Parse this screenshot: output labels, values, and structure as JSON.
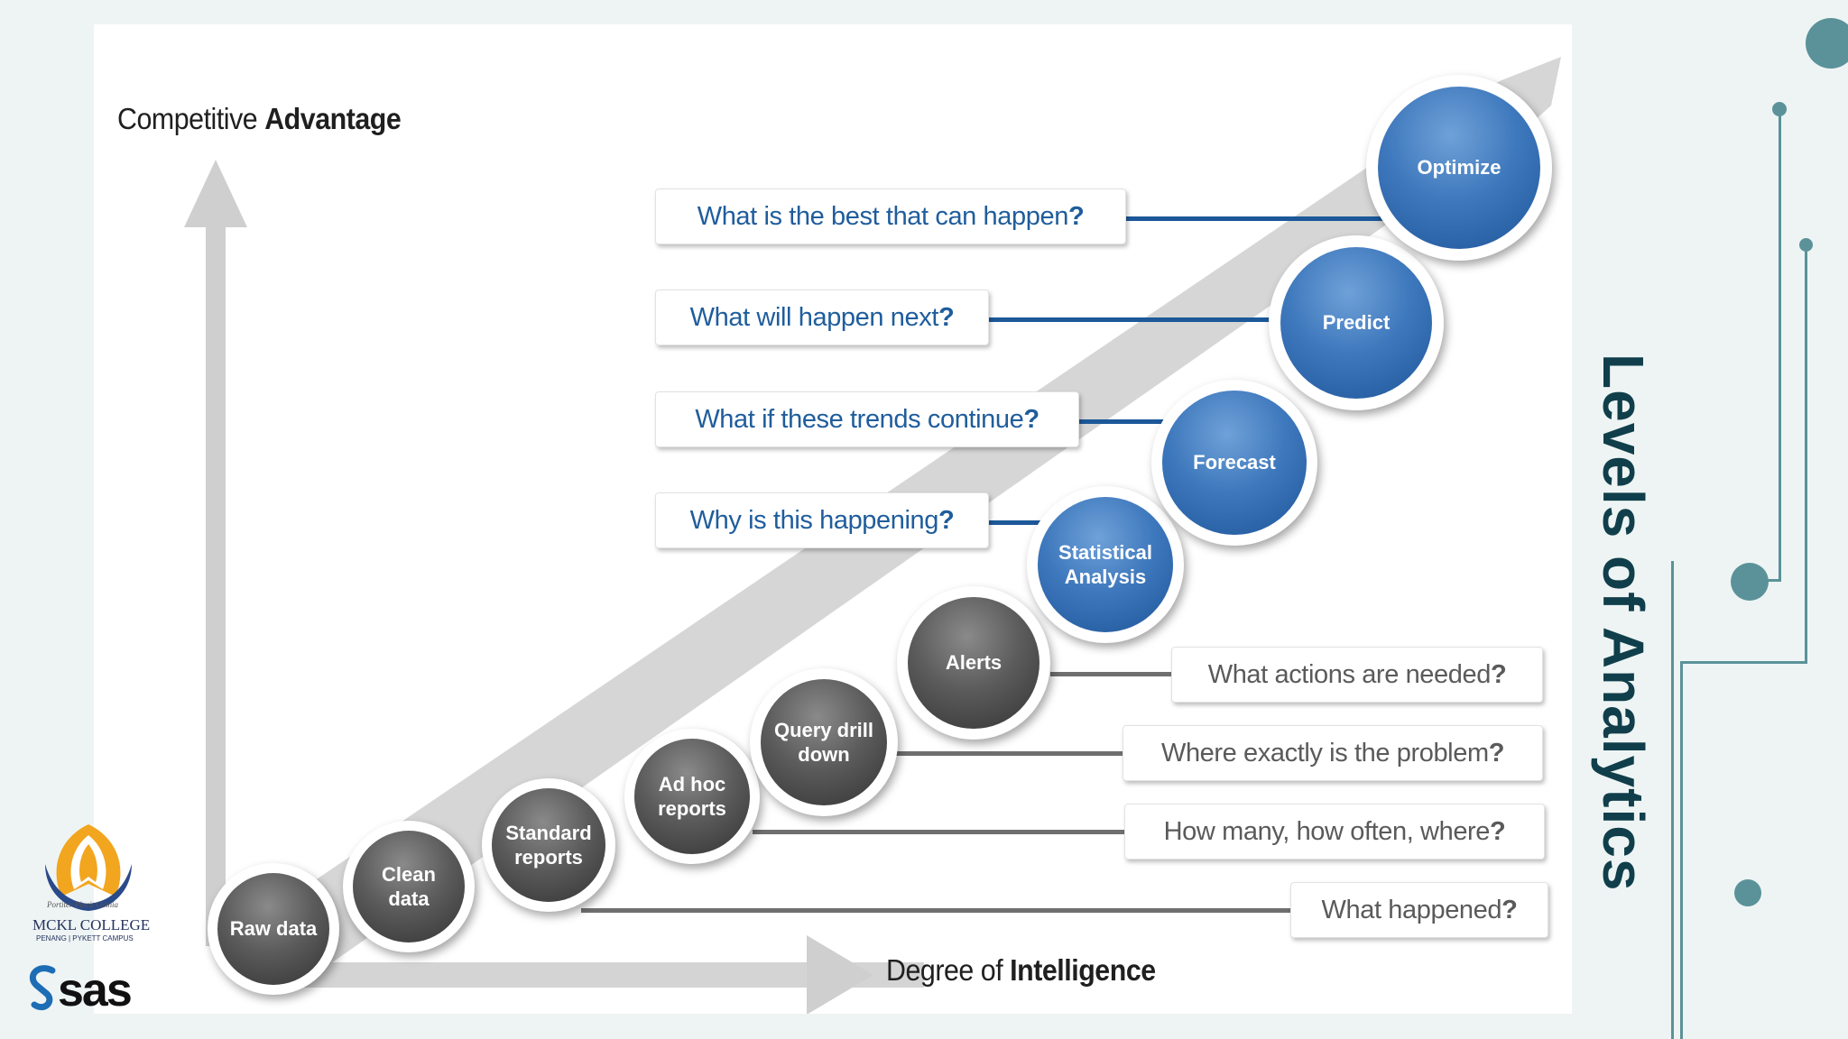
{
  "slide": {
    "title": "Levels of Analytics"
  },
  "diagram": {
    "y_axis_title": {
      "normal": "Competitive ",
      "bold": "Advantage"
    },
    "x_axis_title": {
      "normal": "Degree of ",
      "bold": "Intelligence"
    },
    "stages": [
      {
        "id": "raw-data",
        "label": "Raw data",
        "tone": "dark"
      },
      {
        "id": "clean-data",
        "label": "Clean\ndata",
        "tone": "dark"
      },
      {
        "id": "standard-reports",
        "label": "Standard\nreports",
        "tone": "dark"
      },
      {
        "id": "ad-hoc-reports",
        "label": "Ad hoc\nreports",
        "tone": "dark"
      },
      {
        "id": "query-drill-down",
        "label": "Query drill\ndown",
        "tone": "dark"
      },
      {
        "id": "alerts",
        "label": "Alerts",
        "tone": "dark"
      },
      {
        "id": "statistical-analysis",
        "label": "Statistical\nAnalysis",
        "tone": "blue"
      },
      {
        "id": "forecast",
        "label": "Forecast",
        "tone": "blue"
      },
      {
        "id": "predict",
        "label": "Predict",
        "tone": "blue"
      },
      {
        "id": "optimize",
        "label": "Optimize",
        "tone": "blue"
      }
    ],
    "questions": [
      {
        "id": "q-best",
        "text": "What is the best that can happen",
        "mark": "?",
        "tone": "blue"
      },
      {
        "id": "q-next",
        "text": "What will happen next",
        "mark": "?",
        "tone": "blue"
      },
      {
        "id": "q-trends",
        "text": "What if these trends continue",
        "mark": "?",
        "tone": "blue"
      },
      {
        "id": "q-why",
        "text": "Why is this happening",
        "mark": "?",
        "tone": "blue"
      },
      {
        "id": "q-actions",
        "text": "What actions are needed",
        "mark": "?",
        "tone": "gray"
      },
      {
        "id": "q-problem",
        "text": "Where exactly is the problem",
        "mark": "?",
        "tone": "gray"
      },
      {
        "id": "q-howmany",
        "text": "How many, how often, where",
        "mark": "?",
        "tone": "gray"
      },
      {
        "id": "q-happened",
        "text": "What happened",
        "mark": "?",
        "tone": "gray"
      }
    ]
  },
  "logos": {
    "college_name": "MCKL COLLEGE",
    "college_campus": "PENANG | PYKETT CAMPUS",
    "college_motto": "Portiter Pincit Omnia",
    "sas_wordmark": "sas"
  },
  "colors": {
    "accent_teal": "#5b9299",
    "title_dark": "#103f4b",
    "question_blue": "#1f5d9c",
    "connector_blue": "#1d5899",
    "question_gray": "#5a5a5a"
  }
}
